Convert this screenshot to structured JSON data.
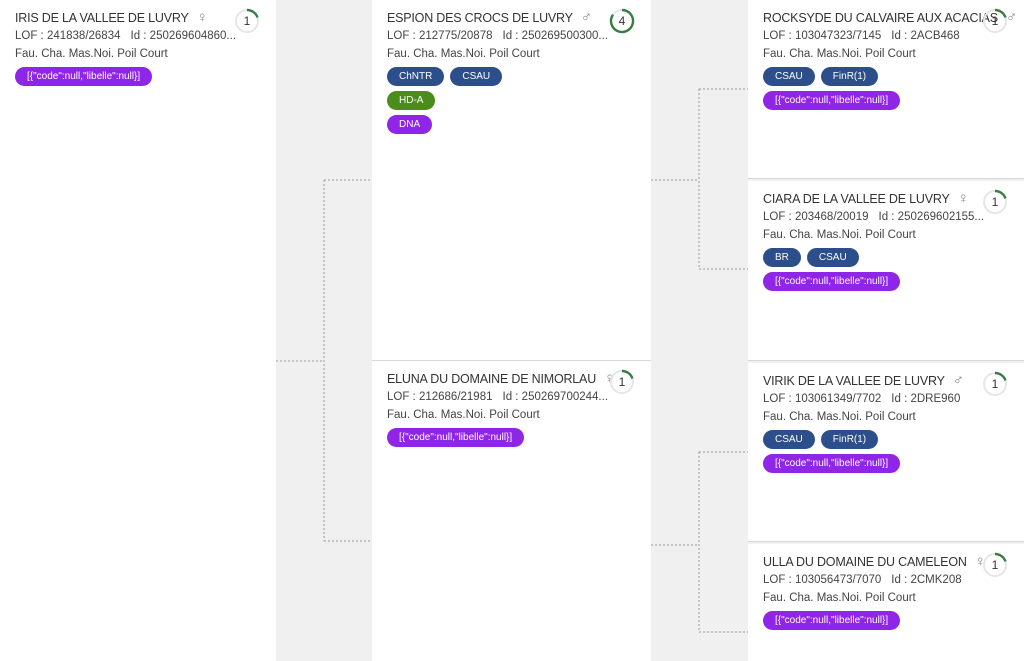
{
  "dogs": {
    "iris": {
      "name": "IRIS DE LA VALLEE DE LUVRY",
      "sex": "♀",
      "lof": "LOF : 241838/26834",
      "id": "Id : 250269604860...",
      "color": "Fau. Cha. Mas.Noi. Poil Court",
      "count": "1",
      "badges": [
        "[{\"code\":null,\"libelle\":null}]"
      ]
    },
    "espion": {
      "name": "ESPION DES CROCS DE LUVRY",
      "sex": "♂",
      "lof": "LOF : 212775/20878",
      "id": "Id : 250269500300...",
      "color": "Fau. Cha. Mas.Noi. Poil Court",
      "count": "4",
      "badges": [
        "ChNTR",
        "CSAU",
        "HD-A",
        "DNA"
      ]
    },
    "eluna": {
      "name": "ELUNA DU DOMAINE DE NIMORLAU",
      "sex": "♀",
      "lof": "LOF : 212686/21981",
      "id": "Id : 250269700244...",
      "color": "Fau. Cha. Mas.Noi. Poil Court",
      "count": "1",
      "badges": [
        "[{\"code\":null,\"libelle\":null}]"
      ]
    },
    "rocksyde": {
      "name": "ROCKSYDE DU CALVAIRE AUX ACACIAS",
      "sex": "♂",
      "lof": "LOF : 103047323/7145",
      "id": "Id : 2ACB468",
      "color": "Fau. Cha. Mas.Noi. Poil Court",
      "count": "1",
      "badges": [
        "CSAU",
        "FinR(1)",
        "[{\"code\":null,\"libelle\":null}]"
      ]
    },
    "ciara": {
      "name": "CIARA DE LA VALLEE DE LUVRY",
      "sex": "♀",
      "lof": "LOF : 203468/20019",
      "id": "Id : 250269602155...",
      "color": "Fau. Cha. Mas.Noi. Poil Court",
      "count": "1",
      "badges": [
        "BR",
        "CSAU",
        "[{\"code\":null,\"libelle\":null}]"
      ]
    },
    "virik": {
      "name": "VIRIK DE LA VALLEE DE LUVRY",
      "sex": "♂",
      "lof": "LOF : 103061349/7702",
      "id": "Id : 2DRE960",
      "color": "Fau. Cha. Mas.Noi. Poil Court",
      "count": "1",
      "badges": [
        "CSAU",
        "FinR(1)",
        "[{\"code\":null,\"libelle\":null}]"
      ]
    },
    "ulla": {
      "name": "ULLA DU DOMAINE DU CAMELEON",
      "sex": "♀",
      "lof": "LOF : 103056473/7070",
      "id": "Id : 2CMK208",
      "color": "Fau. Cha. Mas.Noi. Poil Court",
      "count": "1",
      "badges": [
        "[{\"code\":null,\"libelle\":null}]"
      ]
    }
  },
  "colors": {
    "badge_blue": "#2c4f8c",
    "badge_green": "#4c8c1a",
    "badge_purple": "#8f25e6",
    "ring": "#3a7d44"
  },
  "icons": {
    "female": "female-sign-icon",
    "male": "male-sign-icon"
  }
}
